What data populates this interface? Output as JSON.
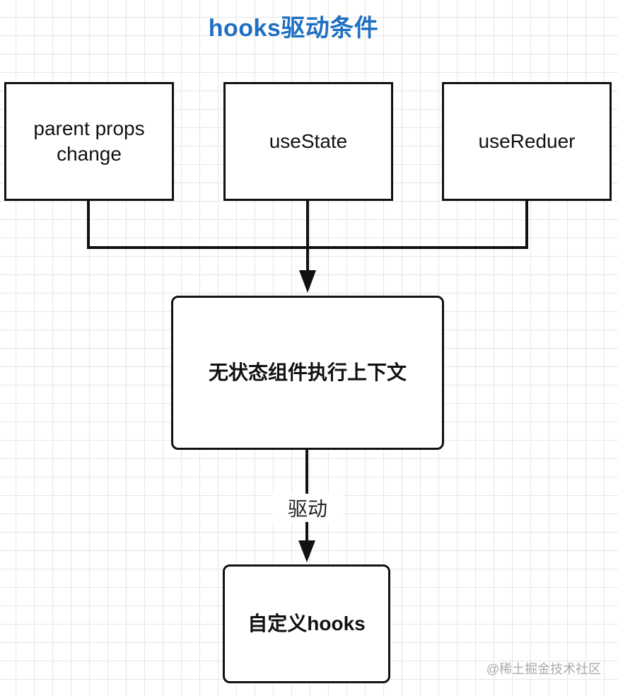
{
  "title": "hooks驱动条件",
  "nodes": {
    "parent_props_line1": "parent props",
    "parent_props_line2": "change",
    "use_state": "useState",
    "use_reducer": "useReduer",
    "stateless_context": "无状态组件执行上下文",
    "custom_hooks": "自定义hooks"
  },
  "edges": {
    "drive_label": "驱动"
  },
  "watermark": "@稀土掘金技术社区",
  "colors": {
    "title": "#1f6fc3",
    "stroke": "#111111",
    "grid": "#e6e6e6",
    "watermark": "#aaaaaa"
  }
}
